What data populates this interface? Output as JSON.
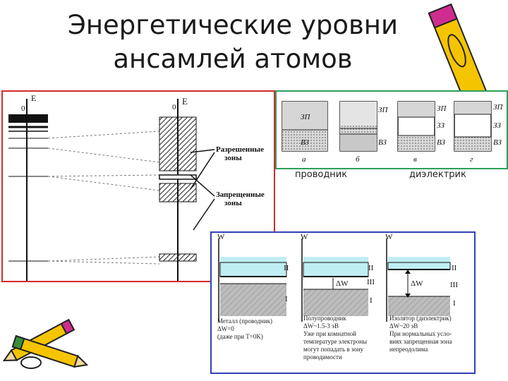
{
  "title_line1": "Энергетические уровни",
  "title_line2": "ансамлей атомов",
  "left_panel": {
    "axis_left": "E",
    "axis_left_zero": "0",
    "axis_right": "E",
    "axis_right_zero": "0",
    "allowed_label_1": "Разрешенные",
    "allowed_label_2": "зоны",
    "forbidden_label_1": "Запрещенные",
    "forbidden_label_2": "зоны"
  },
  "top_right": {
    "panels": [
      {
        "top": "ЗП",
        "bottom": "ВЗ",
        "letter": "а"
      },
      {
        "top": "ЗП",
        "bottom": "ВЗ",
        "letter": "б"
      },
      {
        "top": "ЗП",
        "mid": "ЗЗ",
        "bottom": "ВЗ",
        "letter": "в"
      },
      {
        "top": "ЗП",
        "mid": "ЗЗ",
        "bottom": "ВЗ",
        "letter": "г"
      }
    ],
    "caption_conductor": "проводник",
    "caption_dielectric": "диэлектрик"
  },
  "bottom_right": {
    "axis": "W",
    "level_II": "II",
    "level_III": "III",
    "level_I": "I",
    "dw": "ΔW",
    "metal": [
      "Металл (проводник)",
      "ΔW=0",
      "(даже при T=0K)"
    ],
    "semi": [
      "Полупроводник",
      "ΔW~1.5-3 эВ",
      "Уже при комнатной",
      "температуре электроны",
      "могут попадать в зону",
      "проводимости"
    ],
    "insulator": [
      "Изолятор (диэлектрик)",
      "ΔW~20 эВ",
      "При нормальных усло-",
      "виях запрещенная зона",
      "непреодолима"
    ]
  },
  "colors": {
    "red_border": "#d42a2a",
    "green_border": "#2e9e5b",
    "blue_border": "#3340b8",
    "band_cyan": "#bfeef3",
    "band_gray": "#bcbcbc"
  }
}
